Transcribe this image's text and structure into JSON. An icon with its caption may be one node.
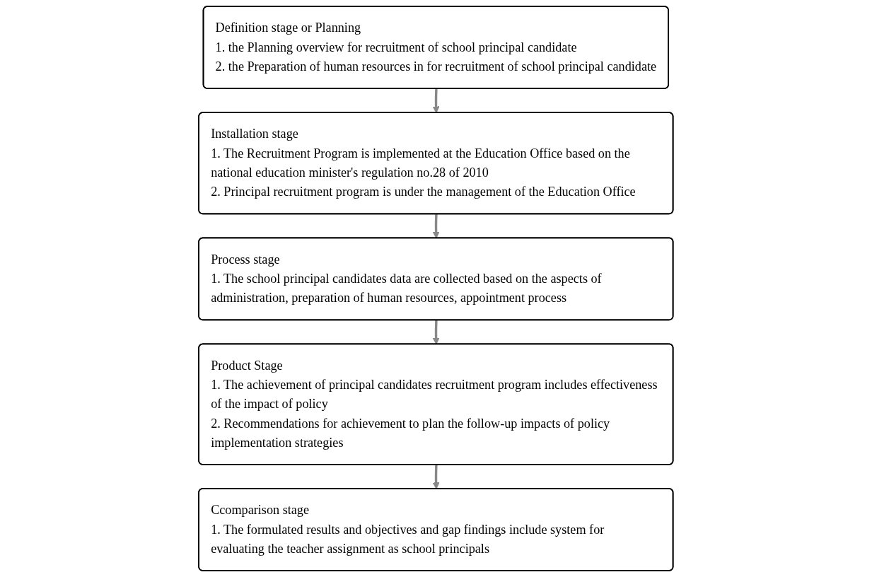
{
  "diagram": {
    "nodes": [
      {
        "text": [
          "Definition stage or Planning",
          "1. the Planning overview for recruitment of school principal candidate",
          "2. the Preparation of human resources in for recruitment of school principal candidate"
        ]
      },
      {
        "text": [
          "Installation stage",
          "1. The Recruitment Program is implemented at the Education Office based on the national education minister's regulation no.28 of 2010",
          "2. Principal recruitment program is under the management of the Education Office"
        ]
      },
      {
        "text": [
          "Process stage",
          "1. The school principal candidates data are collected based on the aspects of administration, preparation of human resources, appointment process"
        ]
      },
      {
        "text": [
          "Product Stage",
          "1. The achievement of principal candidates recruitment program includes effectiveness of the impact of policy",
          "2. Recommendations for achievement to plan the follow-up impacts of policy implementation strategies"
        ]
      },
      {
        "text": [
          "Ccomparison stage",
          "1. The formulated results and objectives and gap findings include system for evaluating the teacher assignment as school principals"
        ]
      }
    ],
    "edges": [
      {
        "from": 0,
        "to": 1,
        "arrow": "to"
      },
      {
        "from": 1,
        "to": 2,
        "arrow": "to"
      },
      {
        "from": 2,
        "to": 3,
        "arrow": "to"
      },
      {
        "from": 3,
        "to": 4,
        "arrow": "to"
      }
    ]
  }
}
